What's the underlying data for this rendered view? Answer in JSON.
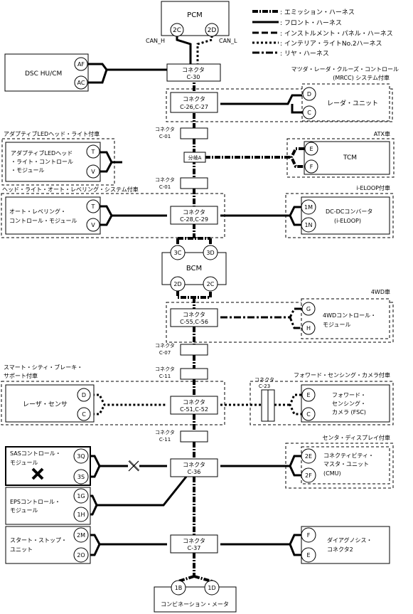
{
  "legend": [
    {
      "style": "emission",
      "label": ": エミッション・ハーネス"
    },
    {
      "style": "front",
      "label": ": フロント・ハーネス"
    },
    {
      "style": "instrument",
      "label": ": インストルメント・パネル・ハーネス"
    },
    {
      "style": "interior",
      "label": ": インテリア・ライトNo.2ハーネス"
    },
    {
      "style": "rear",
      "label": ": リヤ・ハーネス"
    }
  ],
  "modules": {
    "pcm": {
      "label": "PCM",
      "pin_left": "2C",
      "pin_right": "2D",
      "can_h": "CAN_H",
      "can_l": "CAN_L"
    },
    "dsc": {
      "label": "DSC HU/CM",
      "pin_top": "AF",
      "pin_bottom": "AC"
    },
    "radar": {
      "caption1": "マツダ・レーダ・クルーズ・コントロール",
      "caption2": "(MRCC) システム付車",
      "label": "レーダ・ユニット",
      "pin_top": "D",
      "pin_bottom": "C"
    },
    "led": {
      "caption": "アダプティブLEDヘッド・ライト付車",
      "line1": "アダプティブLEDヘッド",
      "line2": "・ライト・コントロール",
      "line3": "・モジュール",
      "pin_top": "T",
      "pin_bottom": "V"
    },
    "tcm": {
      "caption": "ATX車",
      "label": "TCM",
      "pin_top": "E",
      "pin_bottom": "F"
    },
    "leveling": {
      "caption": "ヘッド・ライト・オート・レベリング・システム付車",
      "line1": "オート・レベリング・",
      "line2": "コントロール・モジュール",
      "pin_top": "T",
      "pin_bottom": "V"
    },
    "dcdc": {
      "caption": "i-ELOOP付車",
      "line1": "DC-DCコンバータ",
      "line2": "(i-ELOOP)",
      "pin_top": "1M",
      "pin_bottom": "1N"
    },
    "bcm": {
      "label": "BCM",
      "pin_tl": "3C",
      "pin_tr": "3D",
      "pin_bl": "2D",
      "pin_br": "2C"
    },
    "awd": {
      "caption": "4WD車",
      "line1": "4WDコントロール・",
      "line2": "モジュール",
      "pin_top": "G",
      "pin_bottom": "H"
    },
    "laser": {
      "caption1": "スマート・シティ・ブレーキ・",
      "caption2": "サポート付車",
      "label": "レーザ・センサ",
      "pin_top": "D",
      "pin_bottom": "C"
    },
    "fsc": {
      "caption": "フォワード・センシング・カメラ付車",
      "line1": "フォワード・",
      "line2": "センシング・",
      "line3": "カメラ (FSC)",
      "pin_top": "E",
      "pin_bottom": "C"
    },
    "sas": {
      "line1": "SASコントロール・",
      "line2": "モジュール",
      "pin_top": "3Q",
      "pin_bottom": "3S"
    },
    "cmu": {
      "caption": "センタ・ディスプレイ付車",
      "line1": "コネクティビティ・",
      "line2": "マスタ・ユニット",
      "line3": "(CMU)",
      "pin_top": "2E",
      "pin_bottom": "2F"
    },
    "eps": {
      "line1": "EPSコントロール・",
      "line2": "モジュール",
      "pin_top": "1G",
      "pin_bottom": "1H"
    },
    "startstop": {
      "line1": "スタート・ストップ・",
      "line2": "ユニット",
      "pin_top": "2M",
      "pin_bottom": "2O"
    },
    "dlc": {
      "line1": "ダイアグノシス・",
      "line2": "コネクタ2",
      "pin_top": "F",
      "pin_bottom": "E"
    },
    "meter": {
      "label": "コンビネーション・メータ",
      "pin_left": "1B",
      "pin_right": "1D"
    }
  },
  "connectors": {
    "j_c30": {
      "title": "コネクタ",
      "code": "C-30"
    },
    "j_c26": {
      "title": "コネクタ",
      "code": "C-26,C-27"
    },
    "j_c28": {
      "title": "コネクタ",
      "code": "C-28,C-29"
    },
    "j_c55": {
      "title": "コネクタ",
      "code": "C-55,C-56"
    },
    "j_c51": {
      "title": "コネクタ",
      "code": "C-51,C-52"
    },
    "j_c36": {
      "title": "コネクタ",
      "code": "C-36"
    },
    "j_c37": {
      "title": "コネクタ",
      "code": "C-37"
    },
    "c01a": {
      "title": "コネクタ",
      "code": "C-01"
    },
    "c01b": {
      "title": "コネクタ",
      "code": "C-01"
    },
    "c07": {
      "title": "コネクタ",
      "code": "C-07"
    },
    "c11a": {
      "title": "コネクタ",
      "code": "C-11"
    },
    "c11b": {
      "title": "コネクタ",
      "code": "C-11"
    },
    "c23": {
      "title": "コネクタ",
      "code": "C-23"
    },
    "branch": {
      "label": "分岐A"
    }
  }
}
